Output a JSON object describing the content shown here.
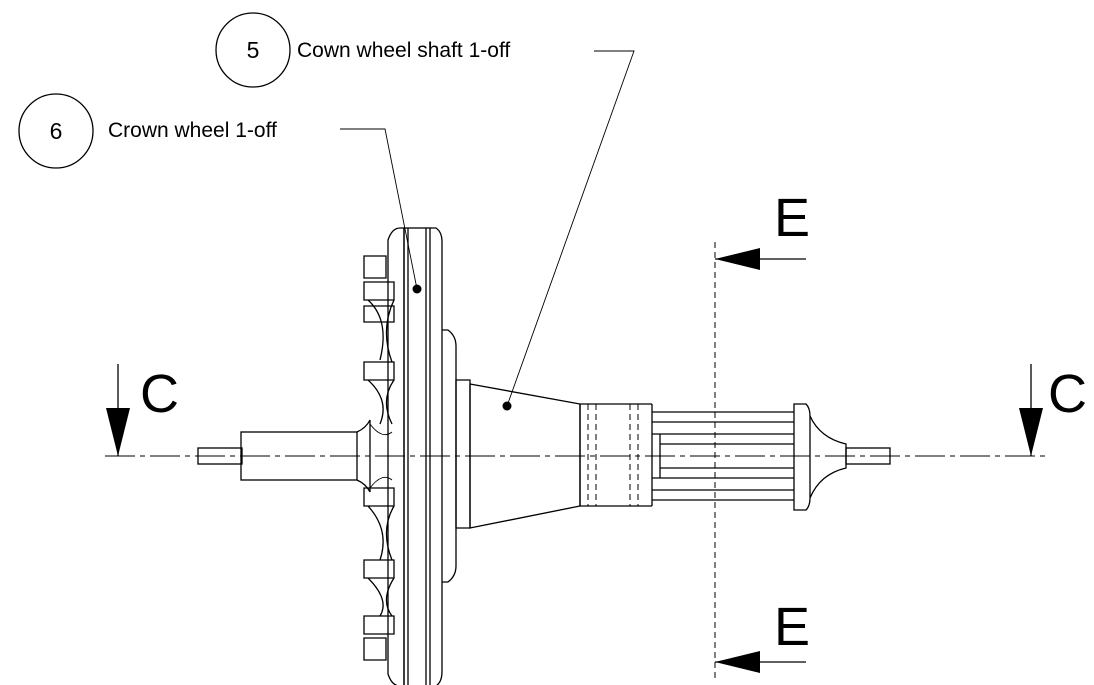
{
  "callouts": [
    {
      "number": "5",
      "label": "Cown wheel shaft 1-off"
    },
    {
      "number": "6",
      "label": "Crown wheel 1-off"
    }
  ],
  "section_markers": {
    "horizontal": "C",
    "vertical": "E"
  }
}
